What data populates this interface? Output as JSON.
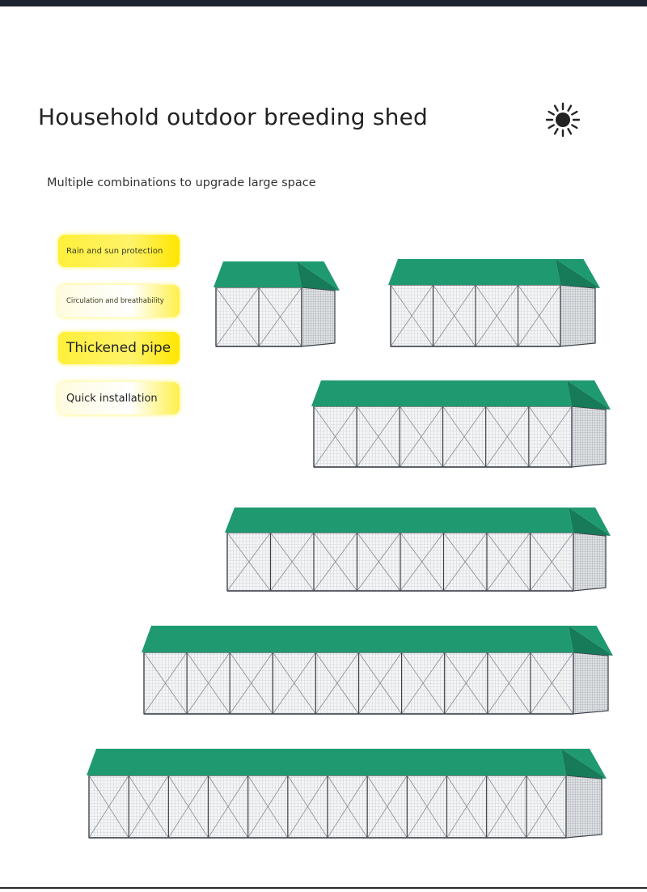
{
  "title": "Household outdoor breeding shed",
  "subtitle": "Multiple combinations to upgrade large space",
  "features": [
    "Rain and sun protection",
    "Circulation and breathability",
    "Thickened pipe",
    "Quick installation"
  ],
  "icons": {
    "brand_mark": "sun-icon"
  },
  "colors": {
    "roof": "#1f9a70",
    "roof_end": "#177a58",
    "frame": "#3a3f47",
    "highlight": "#fff200",
    "topbar": "#1c2230"
  },
  "sheds": [
    {
      "name": "shed-size-1",
      "bays": 2
    },
    {
      "name": "shed-size-2",
      "bays": 4
    },
    {
      "name": "shed-size-3",
      "bays": 6
    },
    {
      "name": "shed-size-4",
      "bays": 8
    },
    {
      "name": "shed-size-5",
      "bays": 10
    },
    {
      "name": "shed-size-6",
      "bays": 12
    }
  ]
}
